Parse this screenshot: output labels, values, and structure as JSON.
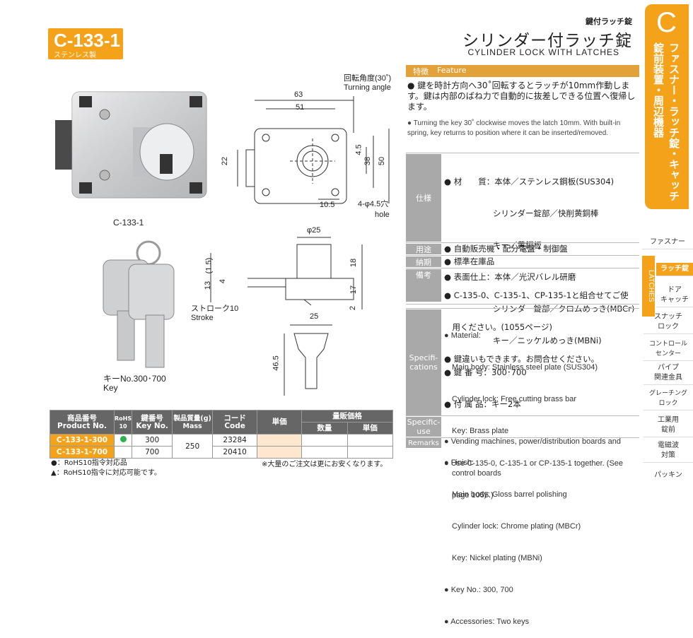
{
  "product": {
    "code": "C-133-1",
    "material_tag": "ステンレス製",
    "category_jp": "鍵付ラッチ錠",
    "title_jp": "シリンダー付ラッチ錠",
    "title_en": "CYLINDER LOCK WITH LATCHES",
    "photo_caption": "C-133-1",
    "key_caption_jp": "キーNo.300･700",
    "key_caption_en": "Key"
  },
  "side_tab": {
    "letter": "C",
    "vertical_title": "ファスナー・ラッチ錠・キャッチ 錠前装置・周辺機器",
    "section": "LATCHES",
    "items": [
      {
        "label": "ファスナー",
        "active": false
      },
      {
        "label": "ラッチ錠",
        "active": true
      },
      {
        "label": "ドア\nキャッチ",
        "active": false
      },
      {
        "label": "スナッチ\nロック",
        "active": false
      },
      {
        "label": "コントロール\nセンター",
        "active": false
      },
      {
        "label": "パイプ\n関連金具",
        "active": false
      },
      {
        "label": "グレーチング\nロック",
        "active": false
      },
      {
        "label": "工業用\n錠前",
        "active": false
      },
      {
        "label": "電磁波\n対策",
        "active": false
      },
      {
        "label": "パッキン",
        "active": false
      }
    ]
  },
  "feature": {
    "label_jp": "特徴",
    "label_en": "Feature",
    "text_jp": "鍵を時計方向へ30˚回転するとラッチが10mm作動します。鍵は内部のばね力で自動的に抜差しできる位置へ復帰します。",
    "text_en": "Turning the key 30˚ clockwise moves the latch 10mm. With built-in spring, key returns to position where it can be inserted/removed."
  },
  "spec_jp": {
    "label": "仕様",
    "lines": [
      "● 材　　質：本体／ステンレス鋼板(SUS304)",
      "　　　　　　シリンダー錠部／快削黄銅棒",
      "　　　　　　キー／黄銅板",
      "● 表面仕上：本体／光沢バレル研磨",
      "　　　　　　シリンダー錠部／クロムめっき(MBCr)",
      "　　　　　　キー／ニッケルめっき(MBNi)",
      "● 鍵 番 号：300･700",
      "● 付 属 品：キー2本"
    ],
    "usage_label": "用途",
    "usage": "● 自動販売機・配分電盤・制御盤",
    "delivery_label": "納期",
    "delivery": "● 標準在庫品",
    "notes_label": "備考",
    "notes": [
      "● C-135-0、C-135-1、CP-135-1と組合せてご使",
      "　用ください。(1055ページ)",
      "● 鍵違いもできます。お問合せください。"
    ]
  },
  "spec_en": {
    "label": "Specifi-\ncations",
    "lines": [
      "● Material:",
      "　Main body: Stainless steel plate (SUS304)",
      "　Cylinder lock: Free cutting brass bar",
      "　Key: Brass plate",
      "● Finish:",
      "　Main body: Gloss barrel polishing",
      "　Cylinder lock: Chrome plating (MBCr)",
      "　Key: Nickel plating (MBNi)",
      "● Key No.: 300, 700",
      "● Accessories: Two keys"
    ],
    "use_label": "Specific-\nuse",
    "use_lines": [
      "● Vending machines, power/distribution boards and",
      "　control boards"
    ],
    "remarks_label": "Remarks",
    "remarks_lines": [
      "● Use C-135-0, C-135-1 or CP-135-1 together. (See",
      "　page 1055.)"
    ]
  },
  "drawing": {
    "rotation_jp": "回転角度(30˚)",
    "rotation_en": "Turning angle",
    "dims_front": [
      "63",
      "51",
      "4.5",
      "38",
      "50",
      "22",
      "10.5"
    ],
    "hole_jp": "4-φ4.5穴",
    "hole_en": "hole",
    "dims_side": [
      "φ25",
      "(1.5)",
      "13",
      "4",
      "18",
      "17",
      "2"
    ],
    "stroke_jp": "ストローク10",
    "stroke_en": "Stroke",
    "dims_key": [
      "25",
      "46.5"
    ]
  },
  "table": {
    "headers": {
      "product_no_jp": "商品番号",
      "product_no_en": "Product No.",
      "rohs": "RoHS\n10",
      "key_no_jp": "鍵番号",
      "key_no_en": "Key No.",
      "mass_jp": "製品質量(g)",
      "mass_en": "Mass",
      "code_jp": "コード",
      "code_en": "Code",
      "unit_price": "単価",
      "volume_price": "量販価格",
      "qty": "数量",
      "vol_unit_price": "単価"
    },
    "rows": [
      {
        "product_no": "C-133-1-300",
        "key_no": "300",
        "code": "23284"
      },
      {
        "product_no": "C-133-1-700",
        "key_no": "700",
        "code": "20410"
      }
    ],
    "mass": "250",
    "footnote_right": "※大量のご注文は更にお安くなります。"
  },
  "legend": [
    "●：RoHS10指令対応品",
    "▲：RoHS10指令に対応可能です。"
  ],
  "colors": {
    "accent": "#f3a21a",
    "feature_bar": "#e3a13a",
    "label_gray": "#a9a9a9",
    "rohs_green": "#2bb24c"
  }
}
